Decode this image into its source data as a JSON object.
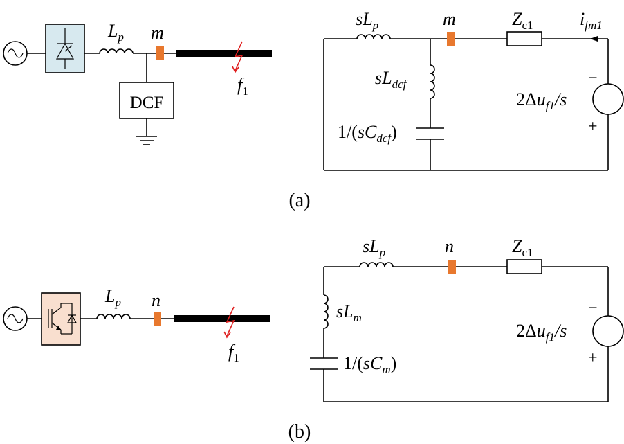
{
  "labels": {
    "Lp": "L",
    "p_sub": "p",
    "m": "m",
    "n": "n",
    "f": "f",
    "f_sub": "1",
    "dcf_box": "DCF",
    "sLp_s": "s",
    "sLp_L": "L",
    "Zc": "Z",
    "Zc_sub": "c1",
    "ifm": "i",
    "ifm_sub": "fm1",
    "sLdcf_s": "sL",
    "sLdcf_sub": "dcf",
    "Cdcf_pre": "1/(",
    "Cdcf_s": "sC",
    "Cdcf_sub": "dcf",
    "Cdcf_post": ")",
    "src_num": "2Δ",
    "src_u": "u",
    "src_sub": "f1",
    "src_post": "/s",
    "minus": "−",
    "plus": "+",
    "sLm_s": "sL",
    "sLm_sub": "m",
    "Cm_pre": "1/(",
    "Cm_s": "sC",
    "Cm_sub": "m",
    "Cm_post": ")",
    "caption_a": "(a)",
    "caption_b": "(b)"
  },
  "colors": {
    "lcc_box": "#d7e9ef",
    "vsc_box": "#f9dfcf",
    "breaker": "#e8782e",
    "fault": "#e02020",
    "line": "#000000"
  }
}
